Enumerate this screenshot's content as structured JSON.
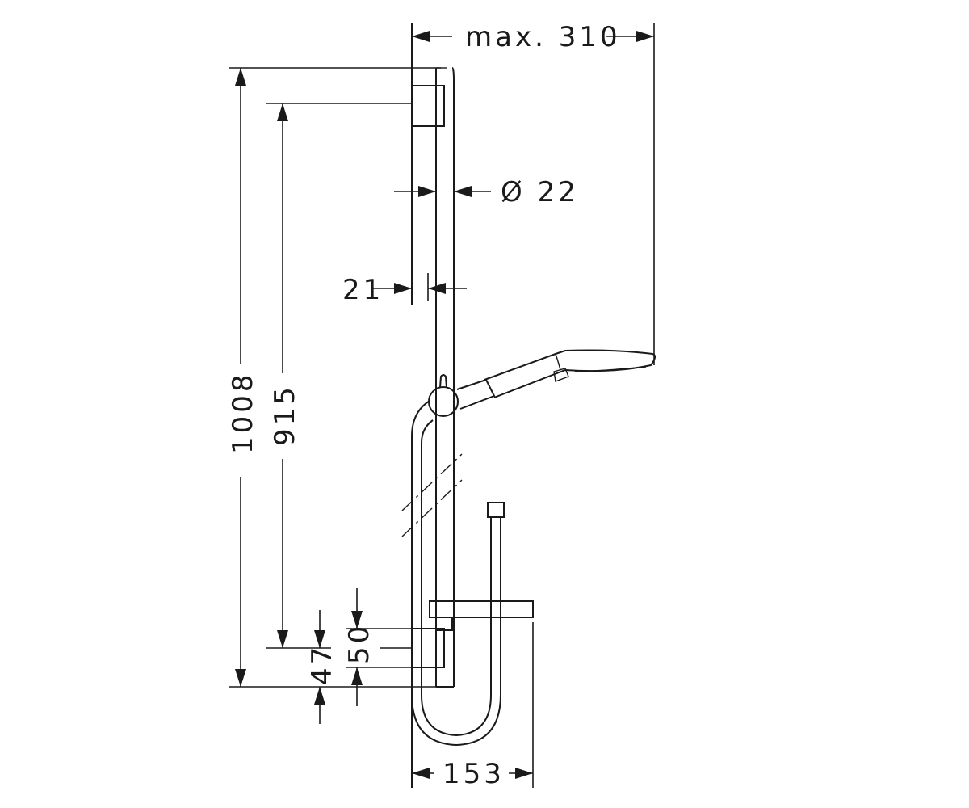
{
  "dimensions": {
    "max_width": "max. 310",
    "rail_diameter": "Ø 22",
    "wall_offset": "21",
    "total_height": "1008",
    "bracket_spacing": "915",
    "bottom_offset_50": "50",
    "bottom_offset_47": "47",
    "shelf_width": "153"
  }
}
